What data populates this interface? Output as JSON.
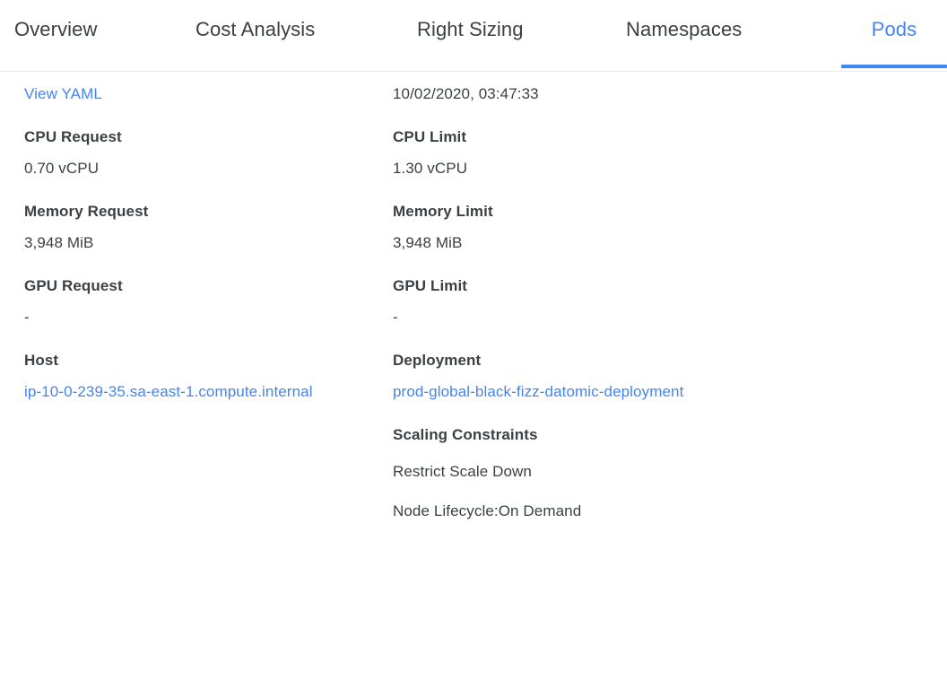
{
  "theme": {
    "accent_color": "#4285f4",
    "text_color": "#3c4043",
    "border_color": "#e8eaed",
    "background": "#ffffff"
  },
  "tabs": [
    {
      "id": "overview",
      "label": "Overview",
      "active": false
    },
    {
      "id": "cost-analysis",
      "label": "Cost Analysis",
      "active": false
    },
    {
      "id": "right-sizing",
      "label": "Right Sizing",
      "active": false
    },
    {
      "id": "namespaces",
      "label": "Namespaces",
      "active": false
    },
    {
      "id": "pods",
      "label": "Pods",
      "active": true
    }
  ],
  "detail": {
    "top_row": {
      "view_yaml_label": "View YAML",
      "timestamp": "10/02/2020, 03:47:33"
    },
    "left_column": [
      {
        "label": "CPU Request",
        "value": "0.70 vCPU",
        "is_link": false
      },
      {
        "label": "Memory Request",
        "value": "3,948 MiB",
        "is_link": false
      },
      {
        "label": "GPU Request",
        "value": "-",
        "is_link": false
      },
      {
        "label": "Host",
        "value": "ip-10-0-239-35.sa-east-1.compute.internal",
        "is_link": true
      }
    ],
    "right_column": [
      {
        "label": "CPU Limit",
        "value": "1.30 vCPU",
        "is_link": false
      },
      {
        "label": "Memory Limit",
        "value": "3,948 MiB",
        "is_link": false
      },
      {
        "label": "GPU Limit",
        "value": "-",
        "is_link": false
      },
      {
        "label": "Deployment",
        "value": "prod-global-black-fizz-datomic-deployment",
        "is_link": true
      }
    ],
    "scaling_constraints": {
      "title": "Scaling Constraints",
      "items": [
        "Restrict Scale Down",
        "Node Lifecycle:On Demand"
      ]
    }
  }
}
